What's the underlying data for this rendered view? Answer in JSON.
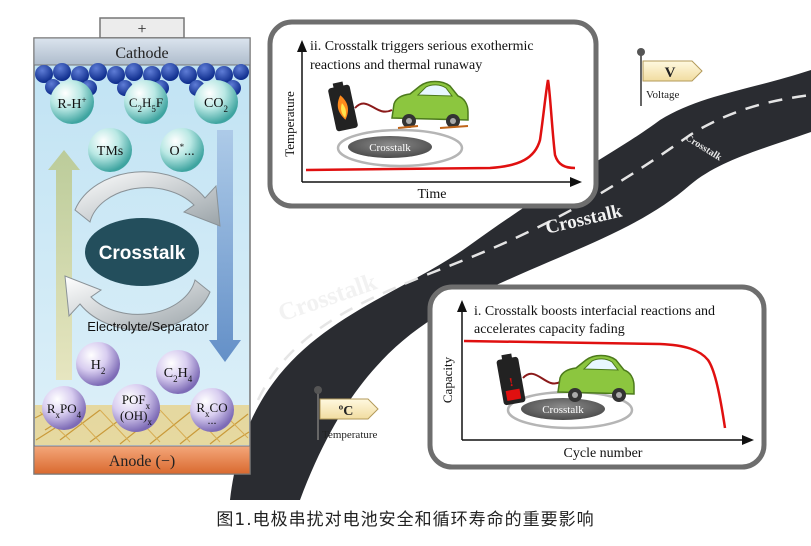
{
  "battery": {
    "terminal": "+",
    "cathode": "Cathode",
    "anode": "Anode (−)",
    "cathode_species": [
      {
        "base": "R-H",
        "sup": "+",
        "tail": ""
      },
      {
        "base": "C",
        "sub": "2",
        "mid": "H",
        "sub2": "5",
        "tail": "F"
      },
      {
        "base": "CO",
        "sub": "2"
      }
    ],
    "middle_species": [
      {
        "base": "TMs"
      },
      {
        "base": "O",
        "sup": "*",
        "tail": "..."
      }
    ],
    "core_label": "Crosstalk",
    "separator_label": "Electrolyte/Separator",
    "anode_species": [
      {
        "base": "H",
        "sub": "2"
      },
      {
        "base": "C",
        "sub": "2",
        "mid": "H",
        "sub2": "4"
      },
      {
        "base": "R",
        "sub": "x",
        "mid": "PO",
        "sub2": "4"
      },
      {
        "line1": "POF",
        "line1_sub": "x",
        "line2": "(OH)",
        "line2_sub": "x"
      },
      {
        "base": "R",
        "sub": "x",
        "mid": "CO",
        "line2": "..."
      }
    ]
  },
  "road": {
    "labels": [
      "Crosstalk",
      "Crosstalk",
      "Crosstalk"
    ],
    "top_sign": {
      "symbol": "V",
      "caption": "Voltage"
    },
    "bottom_sign": {
      "symbol": "ºC",
      "caption": "Temperature"
    }
  },
  "panel_top": {
    "title_line1": "ii. Crosstalk triggers serious exothermic",
    "title_line2": "reactions and thermal runaway",
    "ylabel": "Temperature",
    "xlabel": "Time",
    "disc_label": "Crosstalk"
  },
  "panel_bottom": {
    "title_line1": "i. Crosstalk boosts interfacial reactions and",
    "title_line2": "accelerates capacity fading",
    "ylabel": "Capacity",
    "xlabel": "Cycle number",
    "disc_label": "Crosstalk"
  },
  "caption": "图1.电极串扰对电池安全和循环寿命的重要影响",
  "colors": {
    "curve": "#e01010",
    "car": "#8cc63f",
    "road": "#2a2c31",
    "electrolyte": "#cfe9f5",
    "anode": "#e8824a"
  }
}
